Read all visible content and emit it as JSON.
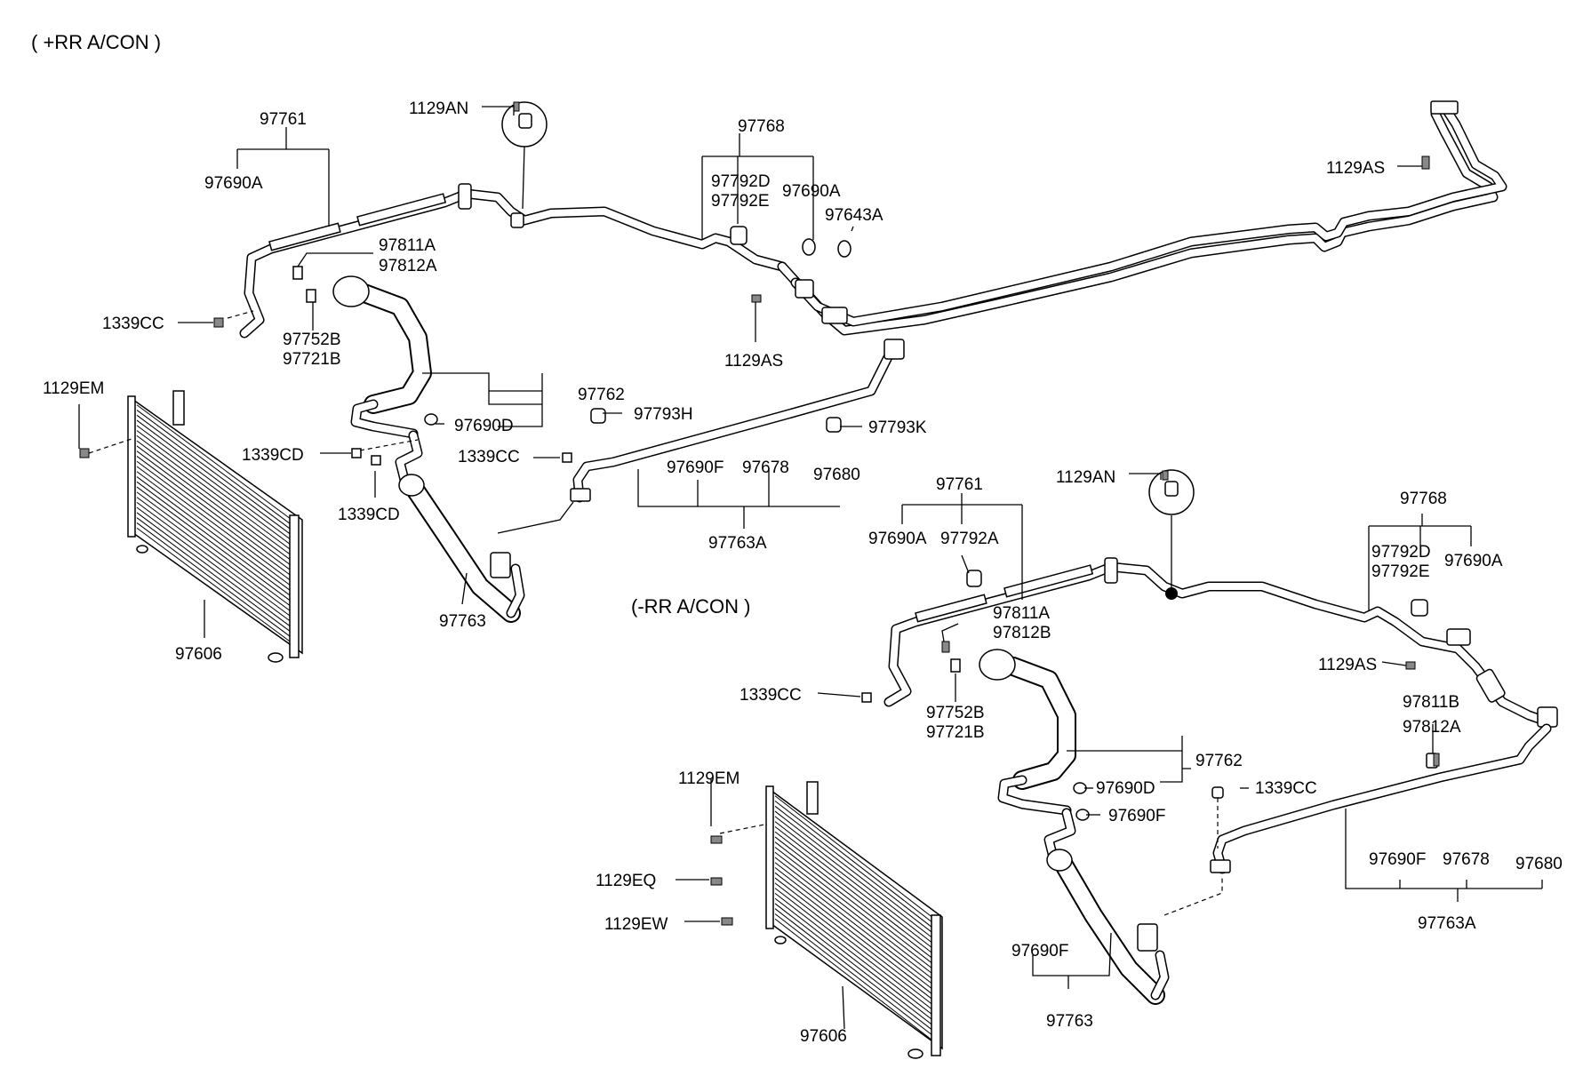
{
  "sections": {
    "with_rear_ac": {
      "title": "( +RR A/CON )"
    },
    "without_rear_ac": {
      "title": "(-RR A/CON )"
    }
  },
  "labels_top": {
    "p97761": "97761",
    "p97690A_1": "97690A",
    "p1129AN": "1129AN",
    "p97768": "97768",
    "p97792D": "97792D",
    "p97792E": "97792E",
    "p97690A_2": "97690A",
    "p97643A": "97643A",
    "p1129AS_1": "1129AS",
    "p97811A": "97811A",
    "p97812A": "97812A",
    "p1339CC_1": "1339CC",
    "p97752B": "97752B",
    "p97721B": "97721B",
    "p1129AS_2": "1129AS",
    "p1129EM": "1129EM",
    "p97762": "97762",
    "p97690D": "97690D",
    "p97793H": "97793H",
    "p97793K": "97793K",
    "p1339CD_1": "1339CD",
    "p1339CD_2": "1339CD",
    "p1339CC_2": "1339CC",
    "p97690F": "97690F",
    "p97678": "97678",
    "p97680": "97680",
    "p97763A": "97763A",
    "p97763": "97763",
    "p97606": "97606"
  },
  "labels_bottom": {
    "p97761": "97761",
    "p97690A_1": "97690A",
    "p97792A": "97792A",
    "p1129AN": "1129AN",
    "p97768": "97768",
    "p97792D": "97792D",
    "p97792E": "97792E",
    "p97690A_2": "97690A",
    "p97811A": "97811A",
    "p97812B": "97812B",
    "p1339CC_1": "1339CC",
    "p97752B": "97752B",
    "p97721B": "97721B",
    "p1129AS": "1129AS",
    "p97811B": "97811B",
    "p97812A": "97812A",
    "p97762": "97762",
    "p97690D": "97690D",
    "p97690F_1": "97690F",
    "p1339CC_2": "1339CC",
    "p1129EM": "1129EM",
    "p1129EQ": "1129EQ",
    "p1129EW": "1129EW",
    "p97690F_2": "97690F",
    "p97678": "97678",
    "p97680": "97680",
    "p97763A": "97763A",
    "p97690F_3": "97690F",
    "p97763": "97763",
    "p97606": "97606"
  }
}
